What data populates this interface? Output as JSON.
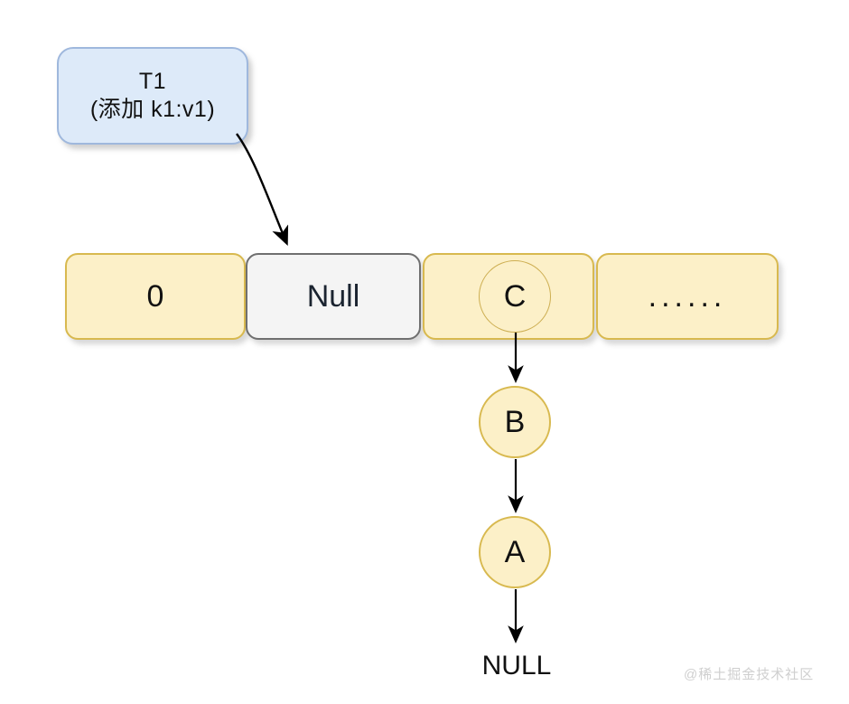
{
  "diagram": {
    "title": "T1 transaction writing into hash bucket array with chained nodes",
    "colors": {
      "cell_fill": "#fcf0c8",
      "cell_border": "#d8b94f",
      "null_cell_fill": "#f4f4f4",
      "null_cell_border": "#6f6f6f",
      "txn_fill": "#ddeaf9",
      "txn_border": "#9fb8dd",
      "arrow": "#000000",
      "watermark": "#cfcfcf"
    }
  },
  "transaction": {
    "name": "T1",
    "operation": "(添加 k1:v1)"
  },
  "bucket_array": {
    "cells": [
      {
        "label": "0",
        "kind": "value",
        "has_circle": false
      },
      {
        "label": "Null",
        "kind": "null",
        "has_circle": false
      },
      {
        "label": "C",
        "kind": "value",
        "has_circle": true
      },
      {
        "label": "......",
        "kind": "ellipsis",
        "has_circle": false
      }
    ]
  },
  "chain": {
    "nodes": [
      {
        "label": "C"
      },
      {
        "label": "B"
      },
      {
        "label": "A"
      }
    ],
    "terminator": "NULL"
  },
  "arrows": [
    {
      "name": "txn-to-null-cell",
      "from": "T1",
      "to": "Null"
    },
    {
      "name": "c-to-b",
      "from": "C",
      "to": "B"
    },
    {
      "name": "b-to-a",
      "from": "B",
      "to": "A"
    },
    {
      "name": "a-to-null",
      "from": "A",
      "to": "NULL"
    }
  ],
  "watermark": {
    "text": "@稀土掘金技术社区"
  }
}
